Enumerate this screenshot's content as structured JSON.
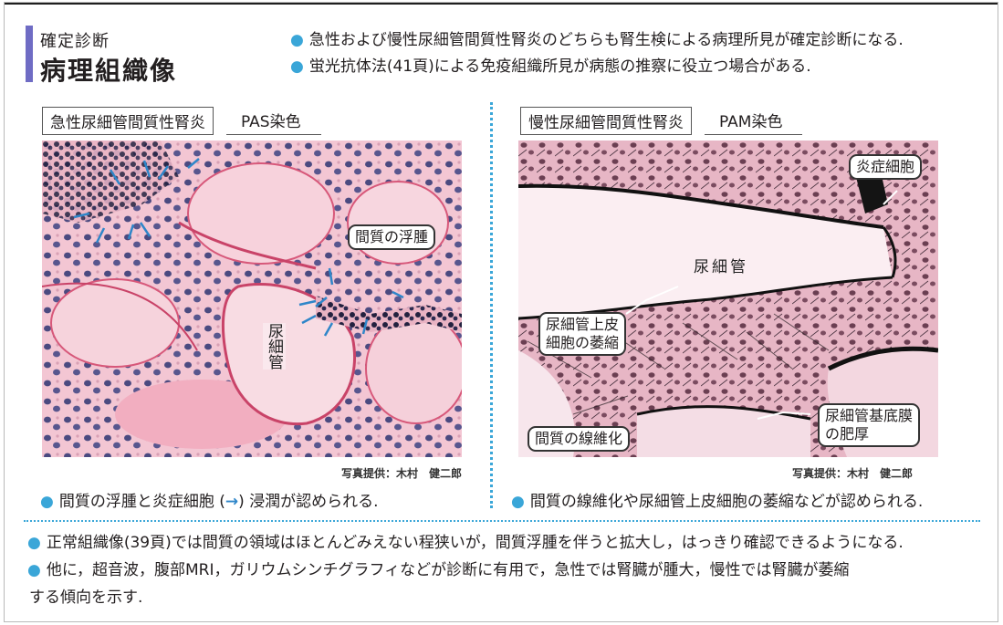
{
  "header": {
    "section_label": "確定診断",
    "section_title": "病理組織像",
    "notes": [
      "急性および慢性尿細管間質性腎炎のどちらも腎生検による病理所見が確定診断になる.",
      "蛍光抗体法(41頁)による免疫組織所見が病態の推察に役立つ場合がある."
    ]
  },
  "left_panel": {
    "title": "急性尿細管間質性腎炎",
    "stain": "PAS染色",
    "labels": {
      "edema": "間質の浮腫",
      "tubule": "尿細管"
    },
    "credit": "写真提供：木村　健二郎",
    "caption_before": "間質の浮腫と炎症細胞 (",
    "caption_arrow": "→",
    "caption_after": ") 浸潤が認められる."
  },
  "right_panel": {
    "title": "慢性尿細管間質性腎炎",
    "stain": "PAM染色",
    "labels": {
      "inflammatory_cells": "炎症細胞",
      "tubule": "尿細管",
      "epithelial_atrophy_1": "尿細管上皮",
      "epithelial_atrophy_2": "細胞の萎縮",
      "fibrosis": "間質の線維化",
      "basement_1": "尿細管基底膜",
      "basement_2": "の肥厚"
    },
    "credit": "写真提供：木村　健二郎",
    "caption": "間質の線維化や尿細管上皮細胞の萎縮などが認められる."
  },
  "footer": {
    "notes": [
      "正常組織像(39頁)では間質の領域はほとんどみえない程狭いが，間質浮腫を伴うと拡大し，はっきり確認できるようになる.",
      "他に，超音波，腹部MRI，ガリウムシンチグラフィなどが診断に有用で，急性では腎臓が腫大，慢性では腎臓が萎縮",
      "する傾向を示す."
    ]
  },
  "colors": {
    "accent": "#6f6cc4",
    "bullet": "#3aa6d8",
    "arrow": "#2f86c9"
  }
}
